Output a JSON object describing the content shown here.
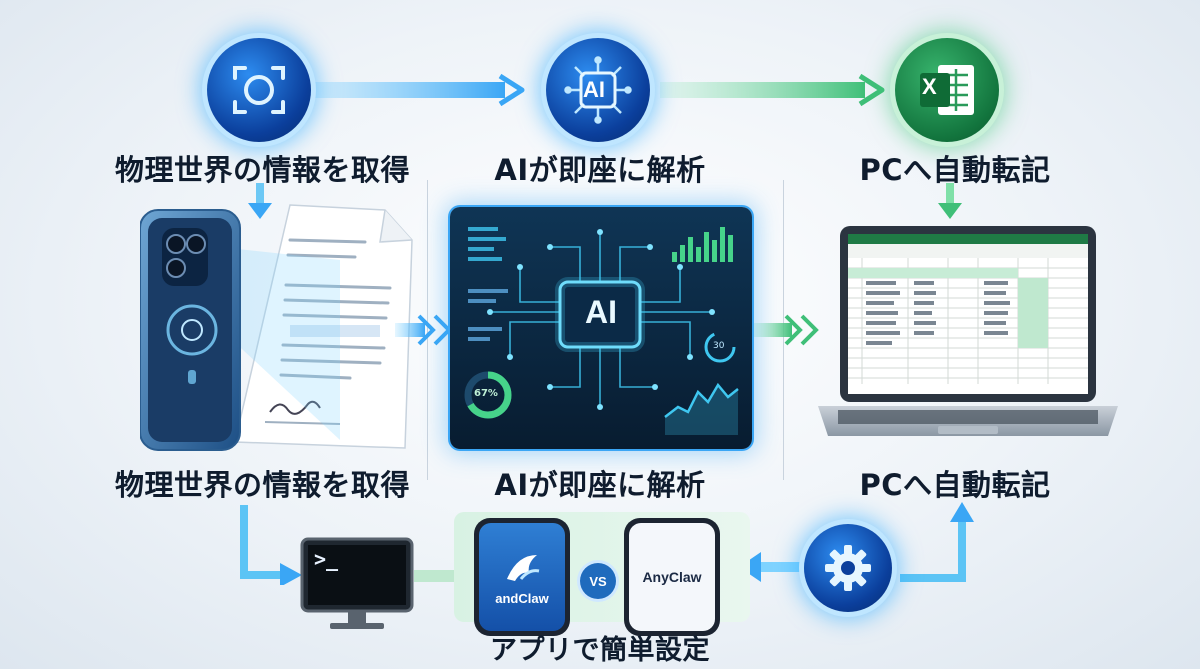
{
  "steps": [
    {
      "top_label": "物理世界の情報を取得",
      "bottom_label": "物理世界の情報を取得",
      "icon": "camera-icon"
    },
    {
      "top_label": "AIが即座に解析",
      "bottom_label": "AIが即座に解析",
      "icon": "ai-chip-icon"
    },
    {
      "top_label": "PCへ自動転記",
      "bottom_label": "PCへ自動転記",
      "icon": "excel-icon"
    }
  ],
  "ai_panel": {
    "chip_text": "AI",
    "badge_text": "AI",
    "gauge_text": "67%",
    "ring_text": "30"
  },
  "excel_icon_text": "X",
  "apps": {
    "left_name": "andClaw",
    "vs": "VS",
    "right_name": "AnyClaw"
  },
  "bottom_caption": "アプリで簡単設定",
  "terminal_prompt": ">_",
  "colors": {
    "blue": "#1e8ef0",
    "cyan": "#3fc7f0",
    "green": "#2fb56a",
    "navy": "#0b3f9c"
  }
}
